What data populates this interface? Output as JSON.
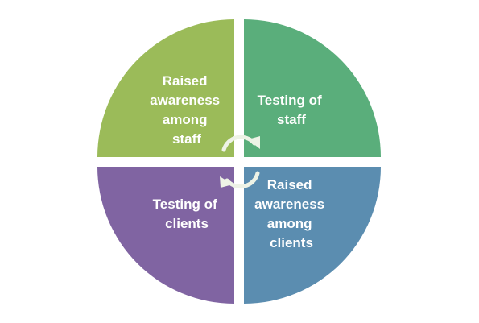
{
  "quadrants": {
    "top_left": {
      "lines": [
        "Raised",
        "awareness",
        "among",
        "staff"
      ],
      "color": "#9bbb59"
    },
    "top_right": {
      "lines": [
        "Testing of",
        "staff"
      ],
      "color": "#5aae7b"
    },
    "bottom_left": {
      "lines": [
        "Testing of",
        "clients"
      ],
      "color": "#8064a2"
    },
    "bottom_right": {
      "lines": [
        "Raised",
        "awareness",
        "among",
        "clients"
      ],
      "color": "#5b8db0"
    }
  },
  "cycle_icon": {
    "name": "cycle-arrows-icon",
    "color": "#eef3e6"
  }
}
